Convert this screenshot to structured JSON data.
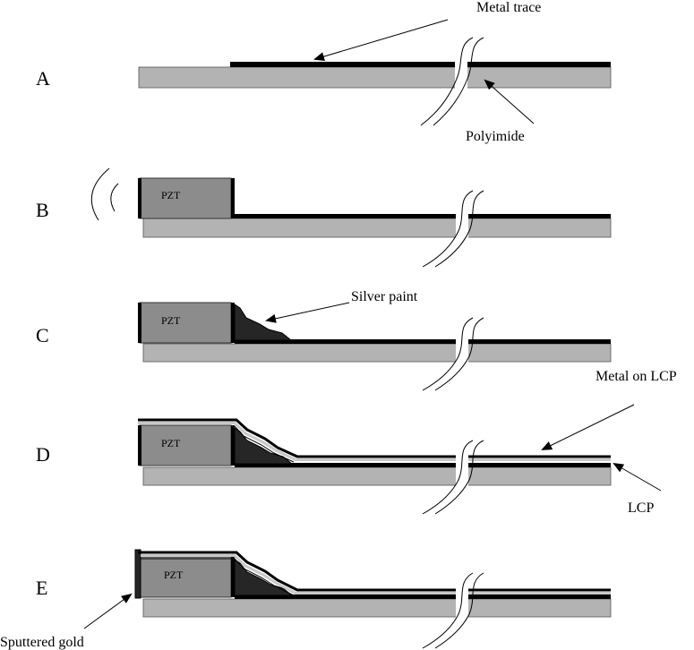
{
  "panels": [
    {
      "letter": "A"
    },
    {
      "letter": "B"
    },
    {
      "letter": "C"
    },
    {
      "letter": "D"
    },
    {
      "letter": "E"
    }
  ],
  "pzt_label": "PZT",
  "annotations": {
    "metal_trace": "Metal trace",
    "polyimide": "Polyimide",
    "silver_paint": "Silver paint",
    "metal_on_lcp": "Metal on LCP",
    "lcp": "LCP",
    "sputtered_gold": "Sputtered gold"
  },
  "colors": {
    "substrate": "#b3b3b3",
    "pzt": "#8c8c8c",
    "metal": "#000000",
    "silver_paint": "#262626",
    "lcp_layer": "#c8c8c8"
  }
}
